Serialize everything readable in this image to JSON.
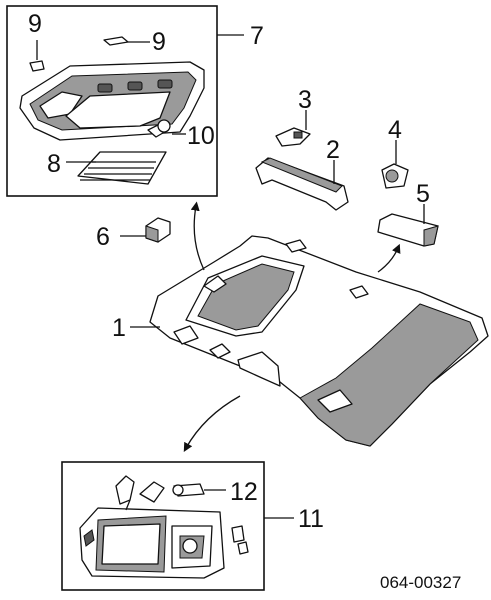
{
  "callouts": {
    "c1": "1",
    "c2": "2",
    "c3": "3",
    "c4": "4",
    "c5": "5",
    "c6": "6",
    "c7": "7",
    "c8": "8",
    "c9a": "9",
    "c9b": "9",
    "c10": "10",
    "c11": "11",
    "c12": "12"
  },
  "drawing_code": "064-00327"
}
